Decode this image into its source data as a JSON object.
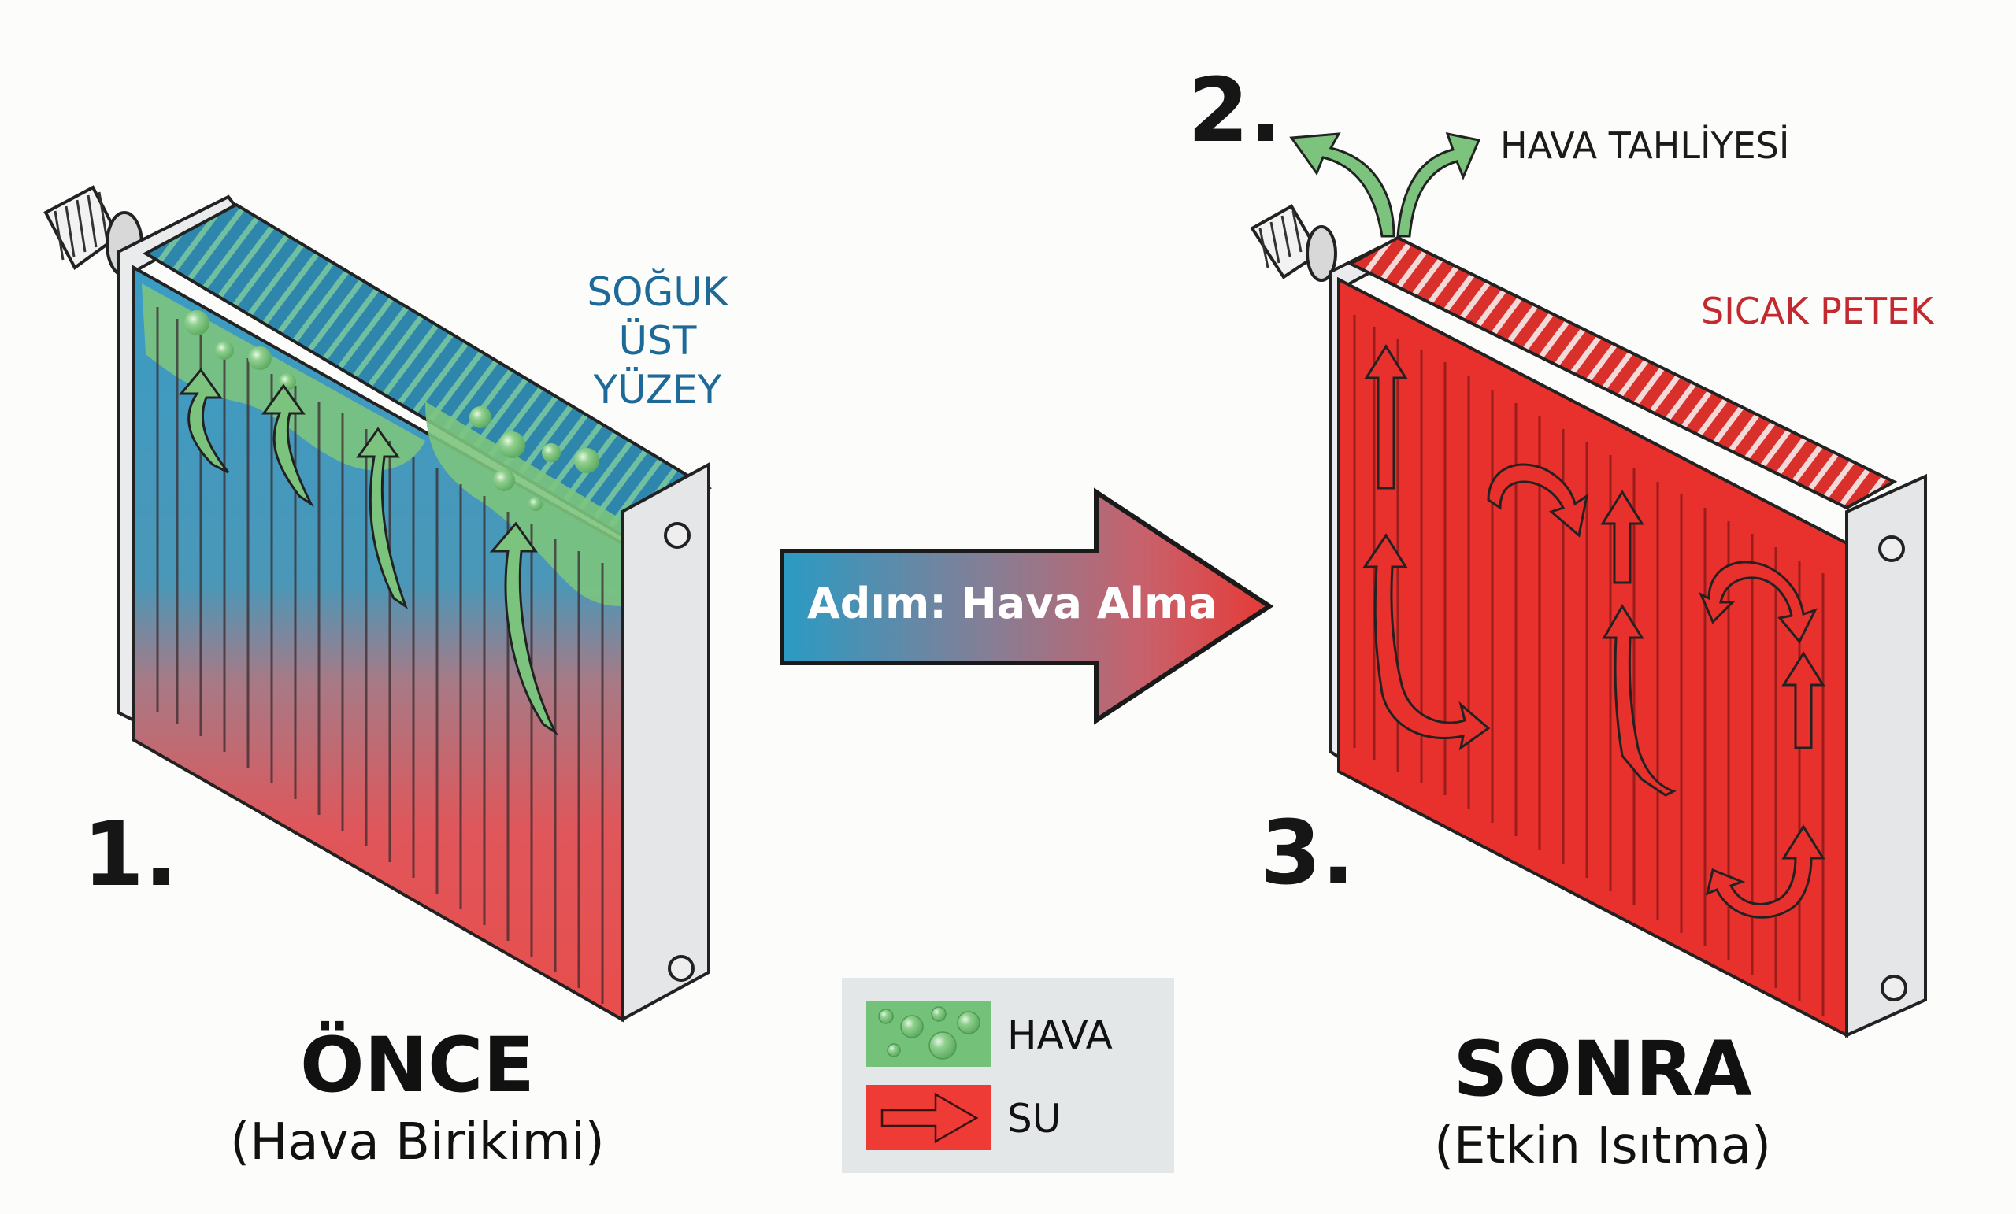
{
  "steps": {
    "one": "1.",
    "two": "2.",
    "three": "3."
  },
  "before": {
    "title": "ÖNCE",
    "subtitle": "(Hava Birikimi)",
    "annotation_line1": "SOĞUK",
    "annotation_line2": "ÜST YÜZEY",
    "annotation_color": "#1d6a98"
  },
  "transition": {
    "label": "Adım: Hava Alma",
    "gradient_start": "#2a9bc4",
    "gradient_end": "#e23a35"
  },
  "after": {
    "title": "SONRA",
    "subtitle": "(Etkin Isıtma)",
    "annotation": "SICAK PETEK",
    "annotation_color": "#c22a30",
    "vent_label": "HAVA TAHLİYESİ"
  },
  "legend": {
    "items": [
      {
        "label": "HAVA",
        "icon": "air-bubbles-icon",
        "color": "#74c27a"
      },
      {
        "label": "SU",
        "icon": "water-flow-arrow-icon",
        "color": "#ee3b35"
      }
    ]
  },
  "colors": {
    "water_hot": "#e8302c",
    "water_cold": "#3d9fc4",
    "air": "#7cc47e",
    "frame": "#e6e8ea",
    "outline": "#1a1a1a"
  }
}
